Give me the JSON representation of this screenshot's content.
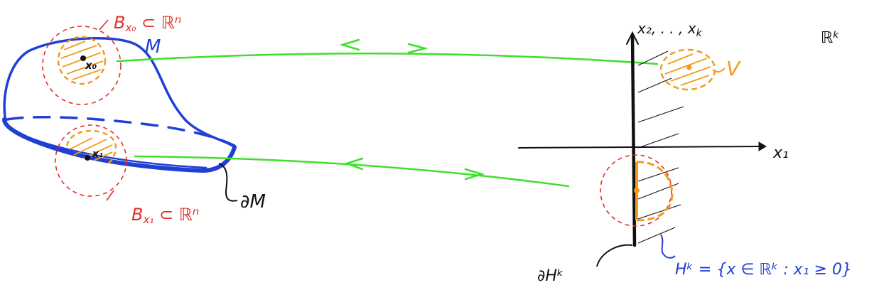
{
  "labels": {
    "ball_x0": "B",
    "ball_x0_sub": "x₀",
    "ball_x0_rest": " ⊂ ℝⁿ",
    "manifold": "M",
    "point_x0": "x₀",
    "point_x1": "x₁",
    "ball_x1": "B",
    "ball_x1_sub": "x₁",
    "ball_x1_rest": " ⊂ ℝⁿ",
    "boundary": "∂M",
    "axis_vertical": "x₂, . . , x",
    "axis_vertical_sub": "k",
    "axis_horizontal": "x₁",
    "space": "ℝᵏ",
    "open_set": "V",
    "half_space": "Hᵏ = {x ∈ ℝᵏ : x₁ ≥ 0}",
    "half_space_boundary": "∂Hᵏ"
  },
  "colors": {
    "manifold": "#1f3fd6",
    "balls": "#e0302a",
    "charts": "#3ee02a",
    "neighborhoods": "#f39a1e",
    "axes": "#111111"
  }
}
